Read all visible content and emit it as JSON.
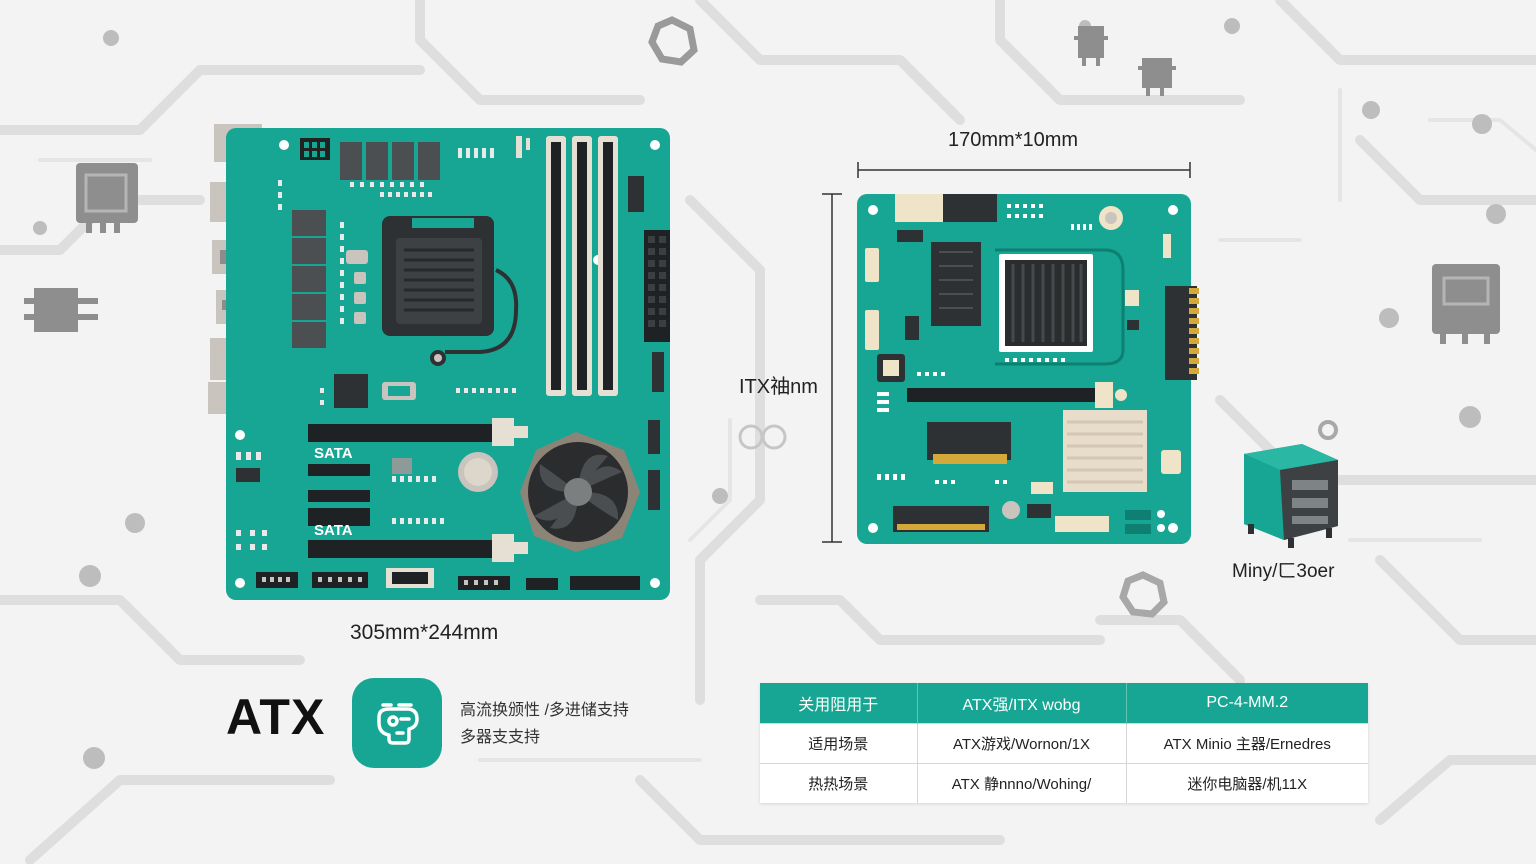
{
  "colors": {
    "board": "#17a693",
    "board_dark": "#0e8b7a",
    "chip": "#3a3d3f",
    "background": "#f3f3f3",
    "trace": "#dcdcdc"
  },
  "atx": {
    "title": "ATX",
    "dimensions": "305mm*244mm",
    "slot_label_1": "SATA",
    "slot_label_2": "SATA",
    "icon": "robot-head-icon",
    "desc_line1": "高流换颁性 /多进储支持",
    "desc_line2": "多器支支持"
  },
  "itx": {
    "width_label": "170mm*10mm",
    "height_label": "ITX䄂nm"
  },
  "mini": {
    "label": "Miny/ㄈ3oer"
  },
  "table": {
    "headers": [
      "关用阻用于",
      "ATX强/ITX wobg",
      "PC-4-MM.2"
    ],
    "rows": [
      [
        "适用场景",
        "ATX游戏/Wornon/1X",
        "ATX Minio 主器/Ernedres"
      ],
      [
        "热热场景",
        "ATX 静nnno/Wohing/",
        "迷你电脑器/机11X"
      ]
    ]
  }
}
